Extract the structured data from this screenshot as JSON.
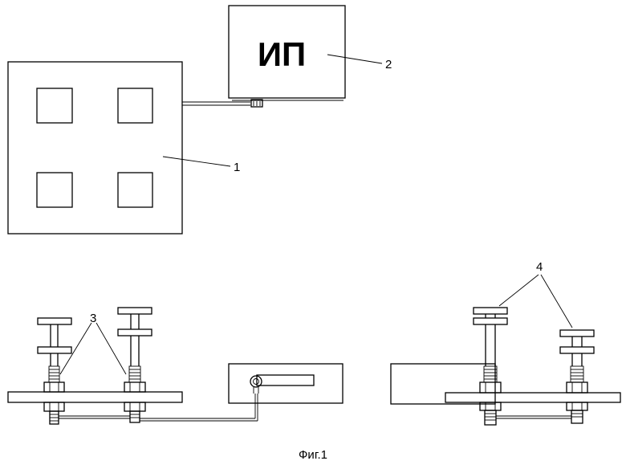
{
  "power_supply": {
    "label": "ИП"
  },
  "callouts": {
    "c1": "1",
    "c2": "2",
    "c3": "3",
    "c4": "4"
  },
  "caption": "Фиг.1",
  "colors": {
    "ink": "#000000",
    "background": "#ffffff"
  }
}
